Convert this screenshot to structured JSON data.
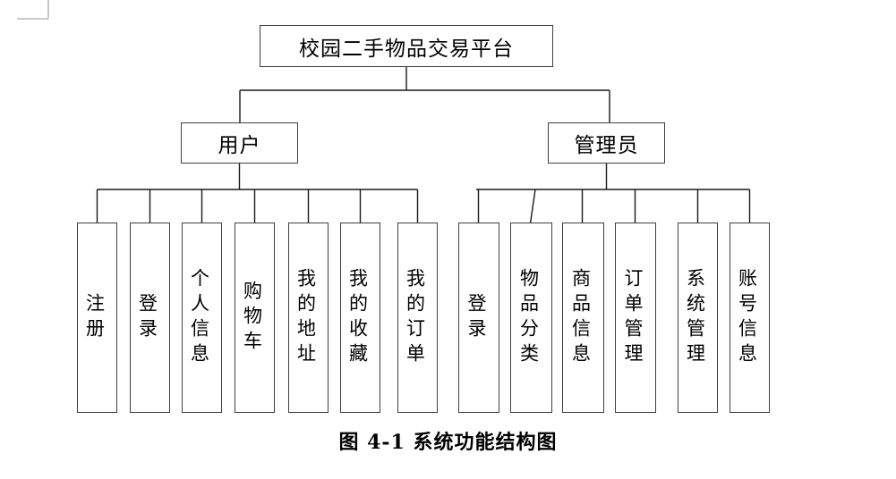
{
  "figure": {
    "root_label": "校园二手物品交易平台",
    "caption": "图 4-1 系统功能结构图",
    "branches": [
      {
        "label": "用户",
        "children": [
          "注册",
          "登录",
          "个人信息",
          "购物车",
          "我的地址",
          "我的收藏",
          "我的订单"
        ]
      },
      {
        "label": "管理员",
        "children": [
          "登录",
          "物品分类",
          "商品信息",
          "订单管理",
          "系统管理",
          "账号信息"
        ]
      }
    ]
  },
  "colors": {
    "background": "#ffffff",
    "connector_line": "#1a1a1a",
    "box_border": "#3f3f3f",
    "text": "#000000",
    "corner_mark": "#b9b9b9"
  }
}
